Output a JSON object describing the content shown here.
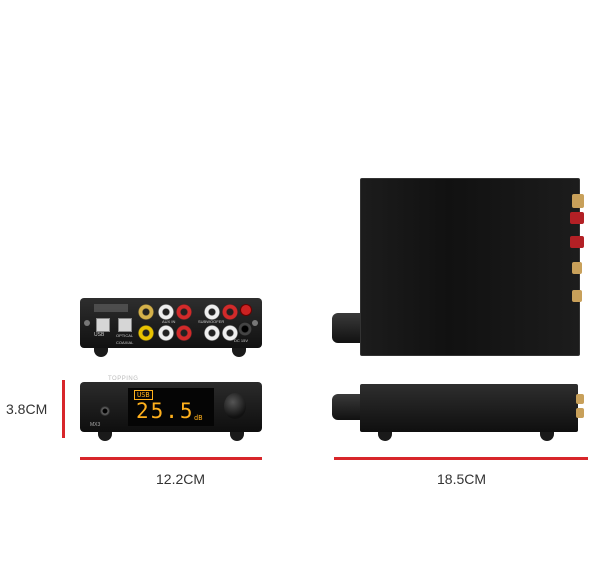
{
  "dimensions": {
    "height": "3.8CM",
    "width": "12.2CM",
    "depth": "18.5CM"
  },
  "front_panel": {
    "brand": "TOPPING",
    "model": "MX3",
    "display_source": "USB",
    "display_value": "25.5",
    "display_unit": "dB"
  },
  "rear_panel": {
    "input_label_usb": "USB",
    "input_label_optical": "OPTICAL",
    "input_label_coax": "COAXIAL",
    "input_label_aux": "AUX IN",
    "output_label_sub": "SUBWOOFER",
    "power_label": "DC 15V"
  },
  "colors": {
    "dimension_line": "#d8262a",
    "device_body": "#1a1a1a",
    "lcd_digits": "#ffb01c"
  }
}
